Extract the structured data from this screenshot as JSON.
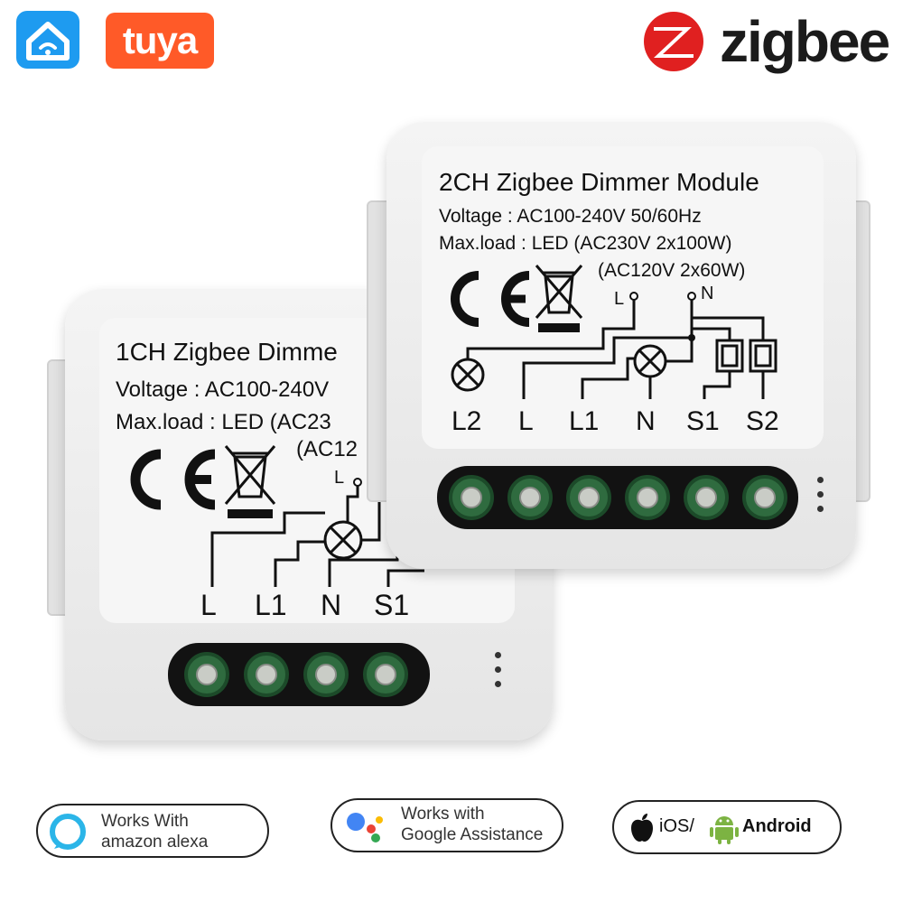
{
  "logos": {
    "tuya_text": "tuya",
    "zigbee_text": "zigbee"
  },
  "module_2ch": {
    "title": "2CH Zigbee Dimmer Module",
    "voltage": "Voltage : AC100-240V 50/60Hz",
    "max_load": "Max.load : LED (AC230V 2x100W)",
    "max_load_2": "(AC120V 2x60W)",
    "terminals": [
      "L2",
      "L",
      "L1",
      "N",
      "S1",
      "S2"
    ],
    "top_labels": [
      "L",
      "N"
    ]
  },
  "module_1ch": {
    "title": "1CH Zigbee Dimme",
    "voltage": "Voltage : AC100-240V",
    "max_load": "Max.load : LED (AC23",
    "max_load_2": "(AC12",
    "terminals": [
      "L",
      "L1",
      "N",
      "S1"
    ],
    "top_labels": [
      "L"
    ]
  },
  "badges": {
    "alexa": [
      "Works With",
      "amazon alexa"
    ],
    "google": [
      "Works with",
      "Google Assistance"
    ],
    "platforms": [
      "iOS/",
      "Android"
    ]
  },
  "colors": {
    "tuya": "#ff5a28",
    "home_app": "#1e9bf0",
    "zigbee_red": "#e02020",
    "terminal_green": "#2f6b3f"
  }
}
